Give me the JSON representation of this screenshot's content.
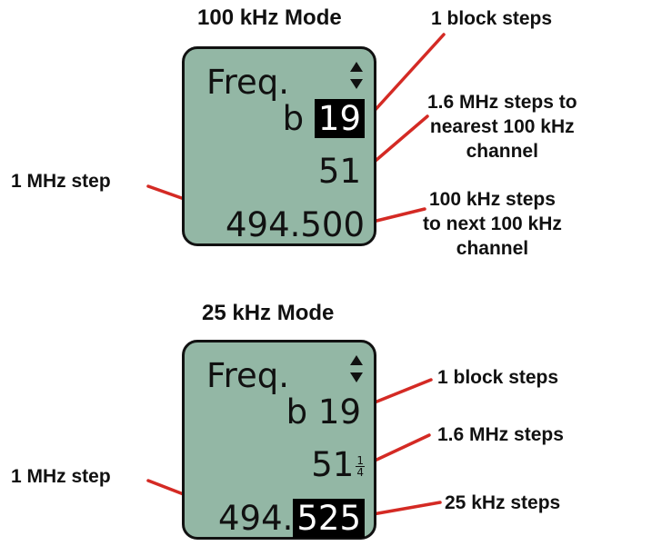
{
  "top": {
    "title": "100 kHz Mode",
    "display": {
      "label": "Freq.",
      "block_prefix": "b",
      "block_value": "19",
      "channel": "51",
      "frequency": "494.500"
    },
    "annotations": {
      "block": "1 block steps",
      "channel_l1": "1.6 MHz steps to",
      "channel_l2": "nearest 100 kHz",
      "channel_l3": "channel",
      "fine_l1": "100 kHz steps",
      "fine_l2": "to next 100 kHz",
      "fine_l3": "channel",
      "mhz": "1 MHz step"
    }
  },
  "bottom": {
    "title": "25 kHz Mode",
    "display": {
      "label": "Freq.",
      "block": "b 19",
      "channel": "51",
      "frac_num": "1",
      "frac_den": "4",
      "freq_int": "494.",
      "freq_dec": "525"
    },
    "annotations": {
      "block": "1 block steps",
      "channel": "1.6 MHz steps",
      "fine": "25 kHz steps",
      "mhz": "1 MHz step"
    }
  },
  "colors": {
    "lcd": "#93b7a5",
    "leader": "#d42a24",
    "highlight": "#000000"
  },
  "icons": [
    "up-down-arrow-icon"
  ]
}
